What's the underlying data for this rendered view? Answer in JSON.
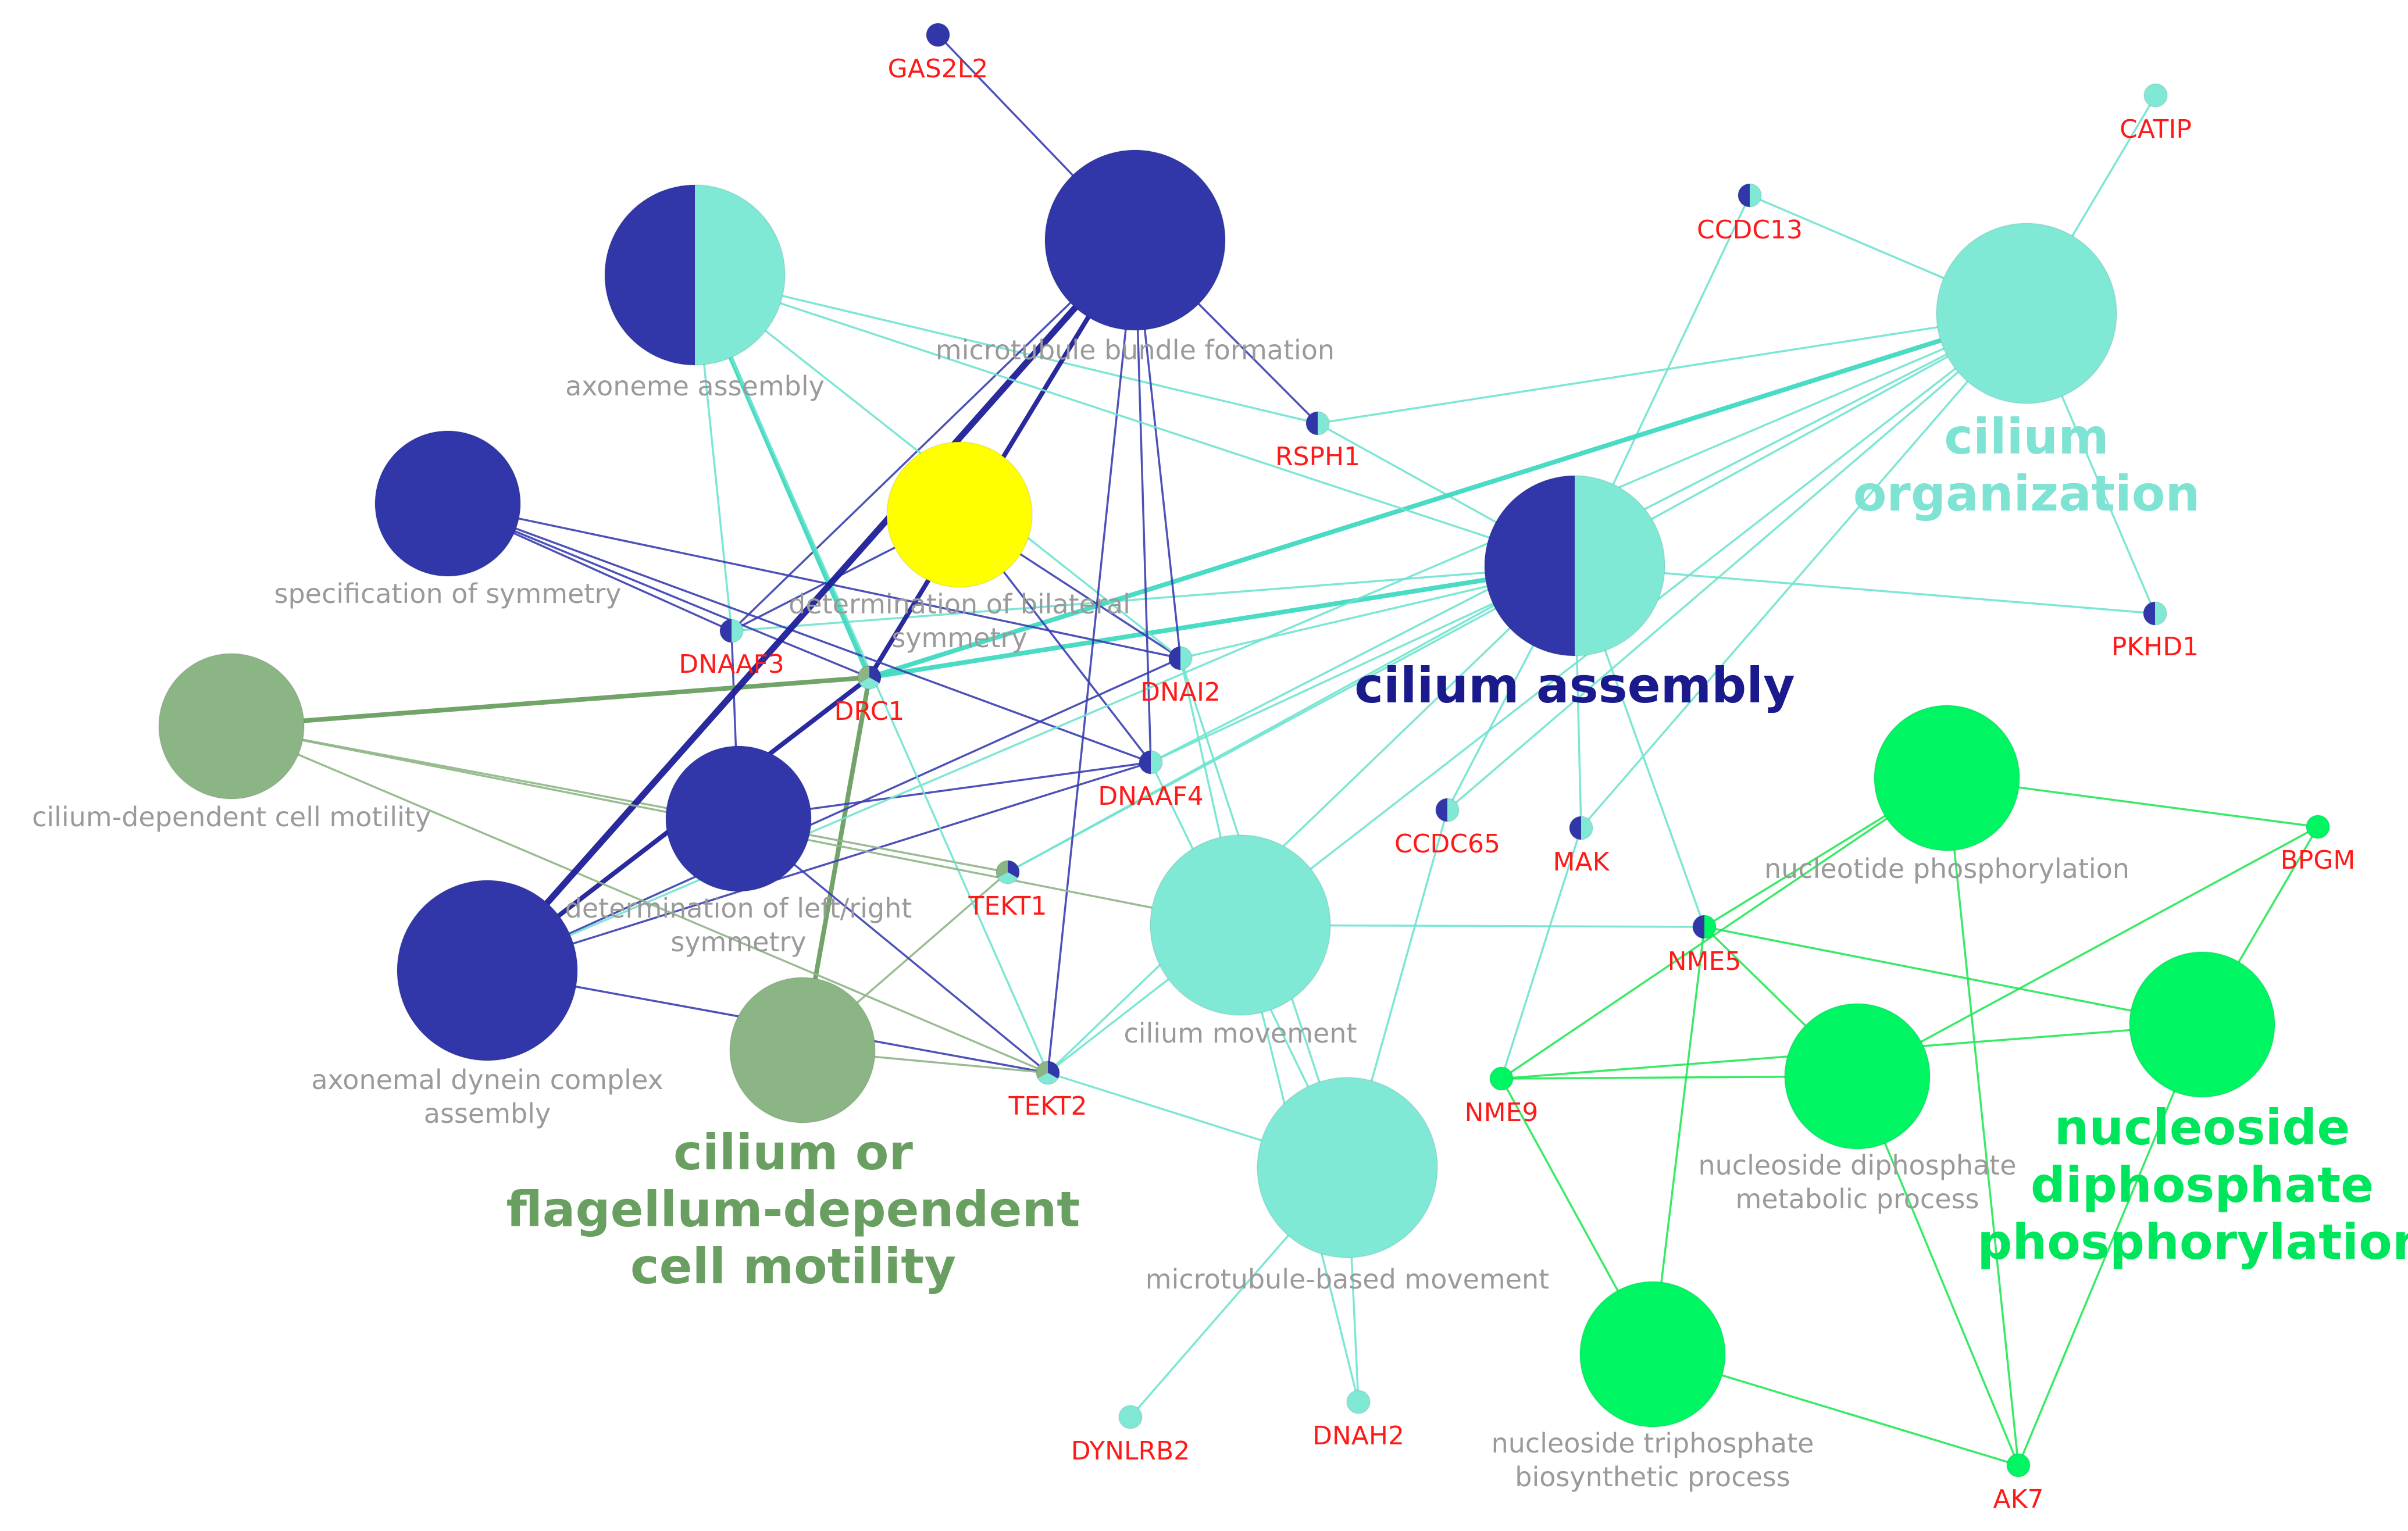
{
  "colors": {
    "darkblue": "#3137a8",
    "teal": "#7fe9d6",
    "teal_edge": "#6fe3cf",
    "teal_strong": "#3fd9c0",
    "yellow": "#ffff00",
    "sage": "#8bb584",
    "sage_edge": "#8fb586",
    "sage_strong": "#6a9f62",
    "green": "#00f563",
    "green_edge": "#22e855",
    "blue_edge": "#3a3fb0",
    "blue_strong": "#1c1f98",
    "gene_label": "#ff1a1a",
    "term_label": "#9a9a9a"
  },
  "group_labels": {
    "cilium_assembly": {
      "lines": [
        "cilium assembly"
      ],
      "color": "#1a1a8c"
    },
    "cilium_organization": {
      "lines": [
        "cilium",
        "organization"
      ],
      "color": "#7fe3d3"
    },
    "cilium_motility": {
      "lines": [
        "cilium or",
        "flagellum-dependent",
        "cell motility"
      ],
      "color": "#6a9f62"
    },
    "nucleoside_phosphorylation": {
      "lines": [
        "nucleoside",
        "diphosphate",
        "phosphorylation"
      ],
      "color": "#00e65c"
    }
  },
  "terms": {
    "axoneme_assembly": {
      "label": [
        "axoneme assembly"
      ],
      "colors": [
        "#3137a8",
        "#7fe9d6"
      ]
    },
    "microtubule_bundle": {
      "label": [
        "microtubule bundle formation"
      ],
      "colors": [
        "#3137a8"
      ]
    },
    "spec_symmetry": {
      "label": [
        "specification of symmetry"
      ],
      "colors": [
        "#3137a8"
      ]
    },
    "bilateral_symmetry": {
      "label": [
        "determination of bilateral",
        "symmetry"
      ],
      "colors": [
        "#ffff00"
      ]
    },
    "cilium_dependent_motility": {
      "label": [
        "cilium-dependent cell motility"
      ],
      "colors": [
        "#8bb584"
      ]
    },
    "left_right_symmetry": {
      "label": [
        "determination of left/right",
        "symmetry"
      ],
      "colors": [
        "#3137a8"
      ]
    },
    "dynein_assembly": {
      "label": [
        "axonemal dynein complex",
        "assembly"
      ],
      "colors": [
        "#3137a8"
      ]
    },
    "cilium_flagellum_motility": {
      "label": [],
      "colors": [
        "#8bb584"
      ]
    },
    "cilium_movement": {
      "label": [
        "cilium movement"
      ],
      "colors": [
        "#7fe9d6"
      ]
    },
    "microtubule_movement": {
      "label": [
        "microtubule-based movement"
      ],
      "colors": [
        "#7fe9d6"
      ]
    },
    "cilium_assembly": {
      "label": [],
      "colors": [
        "#3137a8",
        "#7fe9d6"
      ]
    },
    "cilium_organization": {
      "label": [],
      "colors": [
        "#7fe9d6"
      ]
    },
    "nucleotide_phos": {
      "label": [
        "nucleotide phosphorylation"
      ],
      "colors": [
        "#00f563"
      ]
    },
    "nucleoside_diphos_metab": {
      "label": [
        "nucleoside diphosphate",
        "metabolic process"
      ],
      "colors": [
        "#00f563"
      ]
    },
    "nucleoside_diphos_phos": {
      "label": [],
      "colors": [
        "#00f563"
      ]
    },
    "nucleoside_triphos": {
      "label": [
        "nucleoside triphosphate",
        "biosynthetic process"
      ],
      "colors": [
        "#00f563"
      ]
    }
  },
  "genes": {
    "GAS2L2": {
      "label": "GAS2L2",
      "colors": [
        "#3137a8"
      ]
    },
    "CATIP": {
      "label": "CATIP",
      "colors": [
        "#7fe9d6"
      ]
    },
    "CCDC13": {
      "label": "CCDC13",
      "colors": [
        "#3137a8",
        "#7fe9d6"
      ]
    },
    "RSPH1": {
      "label": "RSPH1",
      "colors": [
        "#3137a8",
        "#7fe9d6"
      ]
    },
    "PKHD1": {
      "label": "PKHD1",
      "colors": [
        "#3137a8",
        "#7fe9d6"
      ]
    },
    "DNAAF3": {
      "label": "DNAAF3",
      "colors": [
        "#3137a8",
        "#7fe9d6"
      ]
    },
    "DRC1": {
      "label": "DRC1",
      "colors": [
        "#3137a8",
        "#7fe9d6",
        "#8bb584"
      ]
    },
    "DNAI2": {
      "label": "DNAI2",
      "colors": [
        "#3137a8",
        "#7fe9d6"
      ]
    },
    "DNAAF4": {
      "label": "DNAAF4",
      "colors": [
        "#3137a8",
        "#7fe9d6"
      ]
    },
    "TEKT1": {
      "label": "TEKT1",
      "colors": [
        "#3137a8",
        "#7fe9d6",
        "#8bb584"
      ]
    },
    "TEKT2": {
      "label": "TEKT2",
      "colors": [
        "#3137a8",
        "#7fe9d6",
        "#8bb584"
      ]
    },
    "CCDC65": {
      "label": "CCDC65",
      "colors": [
        "#3137a8",
        "#7fe9d6"
      ]
    },
    "MAK": {
      "label": "MAK",
      "colors": [
        "#3137a8",
        "#7fe9d6"
      ]
    },
    "NME5": {
      "label": "NME5",
      "colors": [
        "#3137a8",
        "#00f563"
      ]
    },
    "NME9": {
      "label": "NME9",
      "colors": [
        "#00f563"
      ]
    },
    "BPGM": {
      "label": "BPGM",
      "colors": [
        "#00f563"
      ]
    },
    "AK7": {
      "label": "AK7",
      "colors": [
        "#00f563"
      ]
    },
    "DYNLRB2": {
      "label": "DYNLRB2",
      "colors": [
        "#7fe9d6"
      ]
    },
    "DNAH2": {
      "label": "DNAH2",
      "colors": [
        "#7fe9d6"
      ]
    }
  },
  "edges": [
    [
      "GAS2L2",
      "microtubule_bundle",
      "blue",
      1
    ],
    [
      "RSPH1",
      "microtubule_bundle",
      "blue",
      1
    ],
    [
      "RSPH1",
      "axoneme_assembly",
      "teal",
      1
    ],
    [
      "RSPH1",
      "cilium_organization",
      "teal",
      1
    ],
    [
      "RSPH1",
      "cilium_assembly",
      "teal",
      1
    ],
    [
      "CATIP",
      "cilium_organization",
      "teal",
      1
    ],
    [
      "CCDC13",
      "cilium_organization",
      "teal",
      1
    ],
    [
      "CCDC13",
      "cilium_assembly",
      "teal",
      1
    ],
    [
      "PKHD1",
      "cilium_organization",
      "teal",
      1
    ],
    [
      "PKHD1",
      "cilium_assembly",
      "teal",
      1
    ],
    [
      "DNAAF3",
      "spec_symmetry",
      "blue",
      1
    ],
    [
      "DNAAF3",
      "bilateral_symmetry",
      "blue",
      1
    ],
    [
      "DNAAF3",
      "microtubule_bundle",
      "blue",
      1
    ],
    [
      "DNAAF3",
      "axoneme_assembly",
      "teal",
      1
    ],
    [
      "DNAAF3",
      "left_right_symmetry",
      "blue",
      1
    ],
    [
      "DNAAF3",
      "cilium_assembly",
      "teal",
      1
    ],
    [
      "DRC1",
      "microtubule_bundle",
      "blue",
      2
    ],
    [
      "DRC1",
      "axoneme_assembly",
      "teal",
      2
    ],
    [
      "DRC1",
      "cilium_dependent_motility",
      "sage",
      2
    ],
    [
      "DRC1",
      "cilium_flagellum_motility",
      "sage",
      2
    ],
    [
      "DRC1",
      "spec_symmetry",
      "blue",
      1
    ],
    [
      "DRC1",
      "cilium_assembly",
      "teal",
      2
    ],
    [
      "DRC1",
      "cilium_organization",
      "teal",
      2
    ],
    [
      "DRC1",
      "dynein_assembly",
      "blue",
      2
    ],
    [
      "DNAI2",
      "spec_symmetry",
      "blue",
      1
    ],
    [
      "DNAI2",
      "microtubule_bundle",
      "blue",
      1
    ],
    [
      "DNAI2",
      "bilateral_symmetry",
      "blue",
      1
    ],
    [
      "DNAI2",
      "axoneme_assembly",
      "teal",
      1
    ],
    [
      "DNAI2",
      "cilium_assembly",
      "teal",
      1
    ],
    [
      "DNAI2",
      "cilium_movement",
      "teal",
      1
    ],
    [
      "DNAI2",
      "microtubule_movement",
      "teal",
      1
    ],
    [
      "DNAI2",
      "dynein_assembly",
      "blue",
      1
    ],
    [
      "DNAAF4",
      "spec_symmetry",
      "blue",
      1
    ],
    [
      "DNAAF4",
      "microtubule_bundle",
      "blue",
      1
    ],
    [
      "DNAAF4",
      "bilateral_symmetry",
      "blue",
      1
    ],
    [
      "DNAAF4",
      "left_right_symmetry",
      "blue",
      1
    ],
    [
      "DNAAF4",
      "cilium_assembly",
      "teal",
      1
    ],
    [
      "DNAAF4",
      "cilium_organization",
      "teal",
      1
    ],
    [
      "DNAAF4",
      "dynein_assembly",
      "blue",
      1
    ],
    [
      "DNAAF4",
      "microtubule_movement",
      "teal",
      1
    ],
    [
      "TEKT1",
      "cilium_assembly",
      "teal",
      1
    ],
    [
      "TEKT1",
      "cilium_organization",
      "teal",
      1
    ],
    [
      "TEKT1",
      "cilium_flagellum_motility",
      "sage",
      1
    ],
    [
      "TEKT1",
      "cilium_dependent_motility",
      "sage",
      1
    ],
    [
      "TEKT2",
      "dynein_assembly",
      "blue",
      1
    ],
    [
      "TEKT2",
      "microtubule_bundle",
      "blue",
      1
    ],
    [
      "TEKT2",
      "cilium_dependent_motility",
      "sage",
      1
    ],
    [
      "TEKT2",
      "cilium_flagellum_motility",
      "sage",
      1
    ],
    [
      "TEKT2",
      "cilium_assembly",
      "teal",
      1
    ],
    [
      "TEKT2",
      "cilium_organization",
      "teal",
      1
    ],
    [
      "TEKT2",
      "left_right_symmetry",
      "blue",
      1
    ],
    [
      "TEKT2",
      "axoneme_assembly",
      "teal",
      1
    ],
    [
      "TEKT2",
      "microtubule_movement",
      "teal",
      1
    ],
    [
      "CCDC65",
      "cilium_assembly",
      "teal",
      1
    ],
    [
      "CCDC65",
      "cilium_organization",
      "teal",
      1
    ],
    [
      "CCDC65",
      "microtubule_movement",
      "teal",
      1
    ],
    [
      "MAK",
      "cilium_assembly",
      "teal",
      1
    ],
    [
      "MAK",
      "cilium_organization",
      "teal",
      1
    ],
    [
      "NME5",
      "cilium_movement",
      "teal",
      1
    ],
    [
      "NME5",
      "cilium_assembly",
      "teal",
      1
    ],
    [
      "NME5",
      "nucleotide_phos",
      "green",
      1
    ],
    [
      "NME5",
      "nucleoside_diphos_metab",
      "green",
      1
    ],
    [
      "NME5",
      "nucleoside_diphos_phos",
      "green",
      1
    ],
    [
      "NME5",
      "nucleoside_triphos",
      "green",
      1
    ],
    [
      "NME9",
      "nucleotide_phos",
      "green",
      1
    ],
    [
      "NME9",
      "nucleoside_diphos_metab",
      "green",
      1
    ],
    [
      "NME9",
      "nucleoside_diphos_phos",
      "green",
      1
    ],
    [
      "NME9",
      "nucleoside_triphos",
      "green",
      1
    ],
    [
      "NME9",
      "MAK",
      "teal",
      1
    ],
    [
      "BPGM",
      "nucleotide_phos",
      "green",
      1
    ],
    [
      "BPGM",
      "nucleoside_diphos_metab",
      "green",
      1
    ],
    [
      "BPGM",
      "nucleoside_diphos_phos",
      "green",
      1
    ],
    [
      "AK7",
      "nucleotide_phos",
      "green",
      1
    ],
    [
      "AK7",
      "nucleoside_diphos_metab",
      "green",
      1
    ],
    [
      "AK7",
      "nucleoside_diphos_phos",
      "green",
      1
    ],
    [
      "AK7",
      "nucleoside_triphos",
      "green",
      1
    ],
    [
      "DYNLRB2",
      "microtubule_movement",
      "teal",
      1
    ],
    [
      "DNAH2",
      "microtubule_movement",
      "teal",
      1
    ],
    [
      "DNAH2",
      "cilium_movement",
      "teal",
      1
    ],
    [
      "dynein_assembly",
      "microtubule_bundle",
      "blue",
      3
    ],
    [
      "dynein_assembly",
      "cilium_organization",
      "teal",
      1
    ],
    [
      "cilium_dependent_motility",
      "cilium_movement",
      "sage",
      1
    ],
    [
      "axoneme_assembly",
      "cilium_assembly",
      "teal",
      1
    ]
  ]
}
